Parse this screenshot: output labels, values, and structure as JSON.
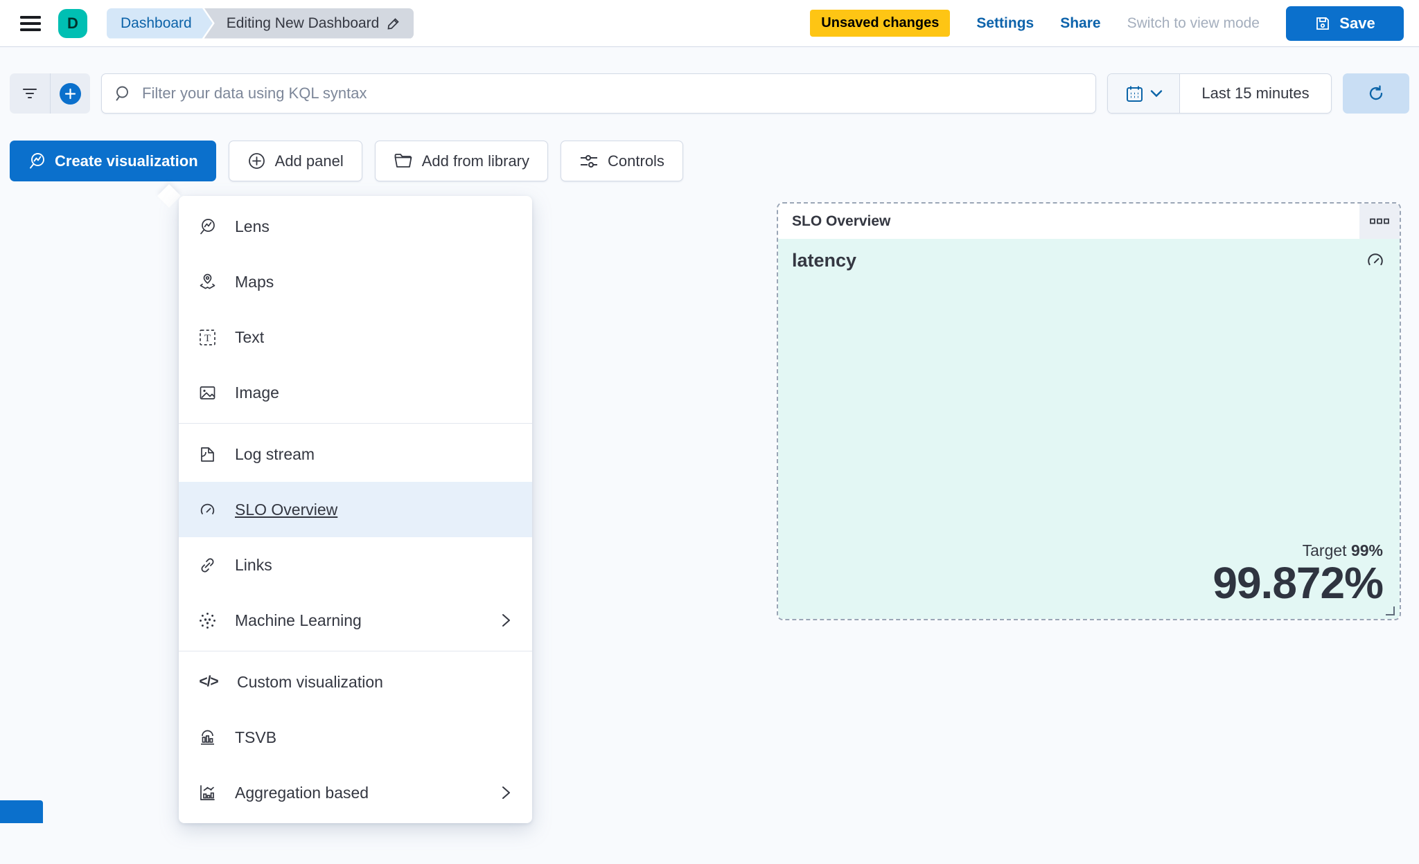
{
  "header": {
    "avatar_letter": "D",
    "breadcrumbs": [
      {
        "label": "Dashboard"
      },
      {
        "label": "Editing New Dashboard"
      }
    ],
    "unsaved_badge": "Unsaved changes",
    "settings_label": "Settings",
    "share_label": "Share",
    "view_mode_label": "Switch to view mode",
    "save_label": "Save"
  },
  "query_bar": {
    "placeholder": "Filter your data using KQL syntax",
    "time_range": "Last 15 minutes"
  },
  "toolbar": {
    "create_visualization_label": "Create visualization",
    "add_panel_label": "Add panel",
    "add_from_library_label": "Add from library",
    "controls_label": "Controls"
  },
  "add_panel_menu": {
    "items": [
      {
        "label": "Lens"
      },
      {
        "label": "Maps"
      },
      {
        "label": "Text"
      },
      {
        "label": "Image"
      },
      {
        "label": "Log stream"
      },
      {
        "label": "SLO Overview"
      },
      {
        "label": "Links"
      },
      {
        "label": "Machine Learning"
      },
      {
        "label": "Custom visualization"
      },
      {
        "label": "TSVB"
      },
      {
        "label": "Aggregation based"
      }
    ],
    "highlighted_item": "SLO Overview"
  },
  "slo_panel": {
    "title": "SLO Overview",
    "metric_name": "latency",
    "target_label": "Target",
    "target_value": "99%",
    "value": "99.872%"
  },
  "icons": {
    "custom_vis_glyph": "</>",
    "text_tool_glyph": "T"
  },
  "colors": {
    "primary": "#0b70cc",
    "link": "#0d63ab",
    "badge": "#fec514",
    "badge-text": "#000000",
    "avatar": "#00bfb3",
    "mint": "#e3f7f4",
    "highlight": "#e7f0fa",
    "dark": "#343741",
    "border": "#d3dae6",
    "pagebg": "#f8fafd",
    "chip-blue-bg": "#d5e7f8",
    "chip-blue-text": "#0b62a8",
    "chip-gray-bg": "#d3d8e0",
    "disabled": "#a4aebd",
    "refresh-bg": "#c9def4"
  }
}
